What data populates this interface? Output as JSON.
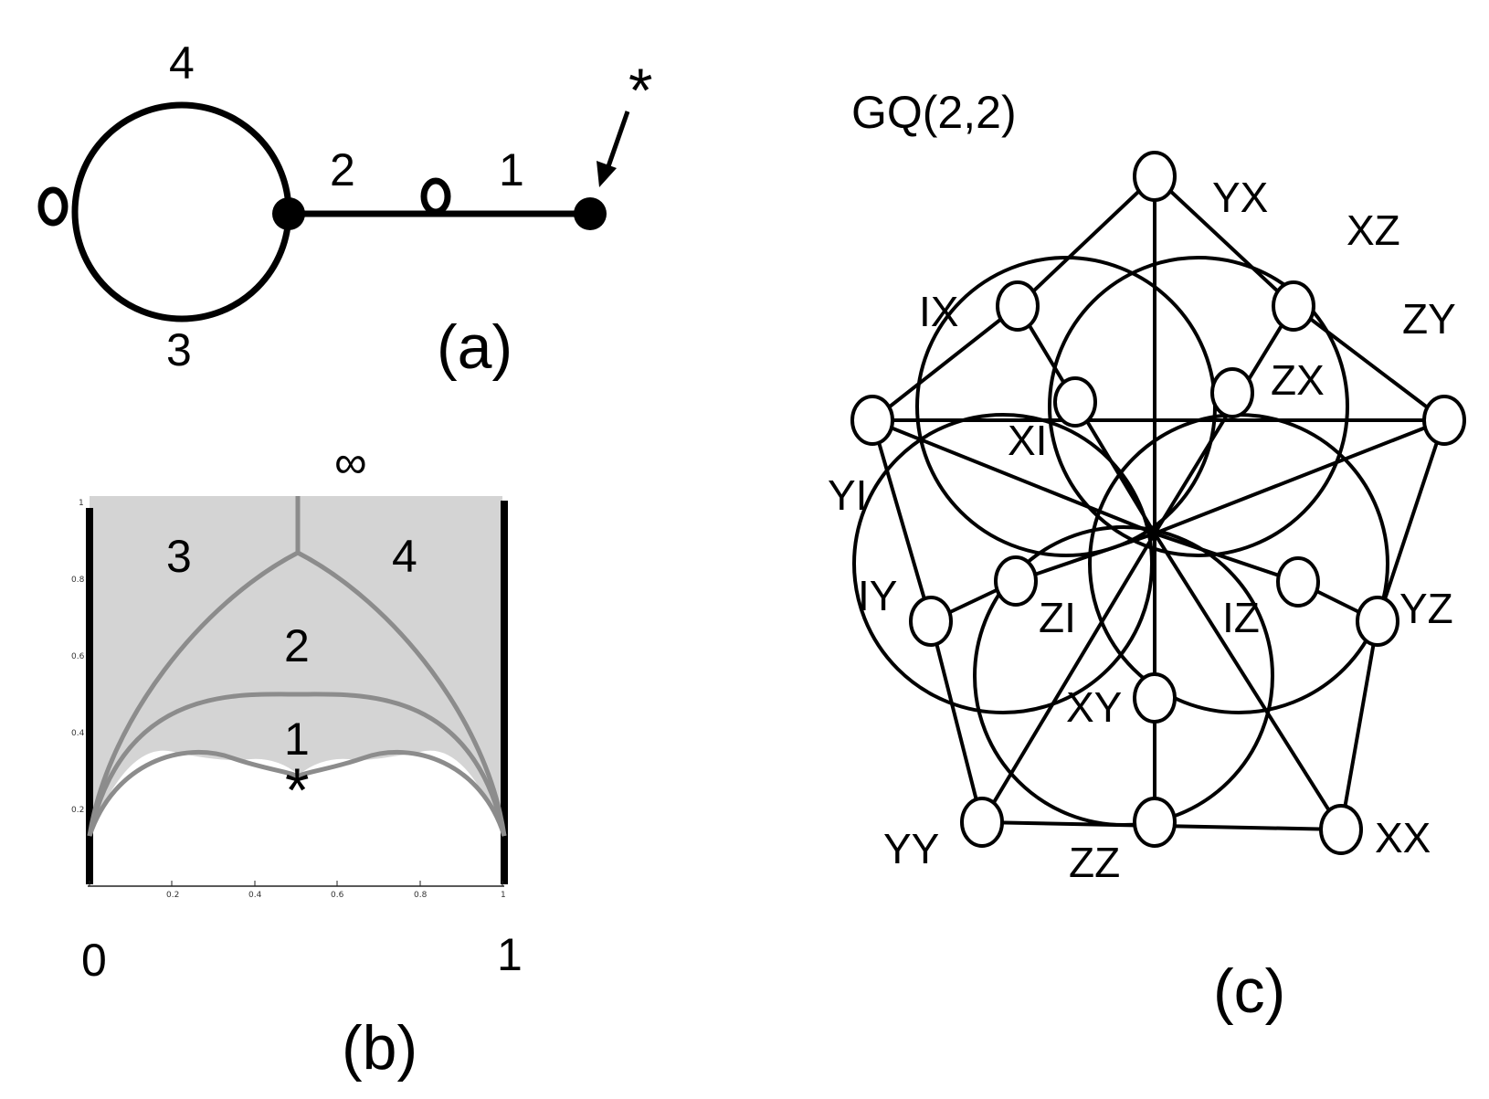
{
  "panel_a": {
    "caption": "(a)",
    "edge_labels": {
      "top": "4",
      "bottom": "3",
      "middle_left": "2",
      "middle_right": "1"
    },
    "star": "*"
  },
  "panel_b": {
    "caption": "(b)",
    "infinity": "∞",
    "region_labels": {
      "left": "3",
      "right": "4",
      "center": "2",
      "lower": "1"
    },
    "star": "*",
    "x_endpoints": {
      "left": "0",
      "right": "1"
    },
    "x_ticks": [
      "0.2",
      "0.4",
      "0.6",
      "0.8",
      "1"
    ],
    "y_ticks": [
      "0.2",
      "0.4",
      "0.6",
      "0.8",
      "1"
    ],
    "fill_color": "#d4d4d4",
    "curve_color": "#8c8c8c"
  },
  "panel_c": {
    "title": "GQ(2,2)",
    "caption": "(c)",
    "labels": {
      "yx": "YX",
      "xz": "XZ",
      "ix": "IX",
      "zy": "ZY",
      "zx": "ZX",
      "xi": "XI",
      "yi": "YI",
      "iy": "IY",
      "zi": "ZI",
      "iz": "IZ",
      "yz": "YZ",
      "xy": "XY",
      "yy": "YY",
      "zz": "ZZ",
      "xx": "XX"
    }
  }
}
